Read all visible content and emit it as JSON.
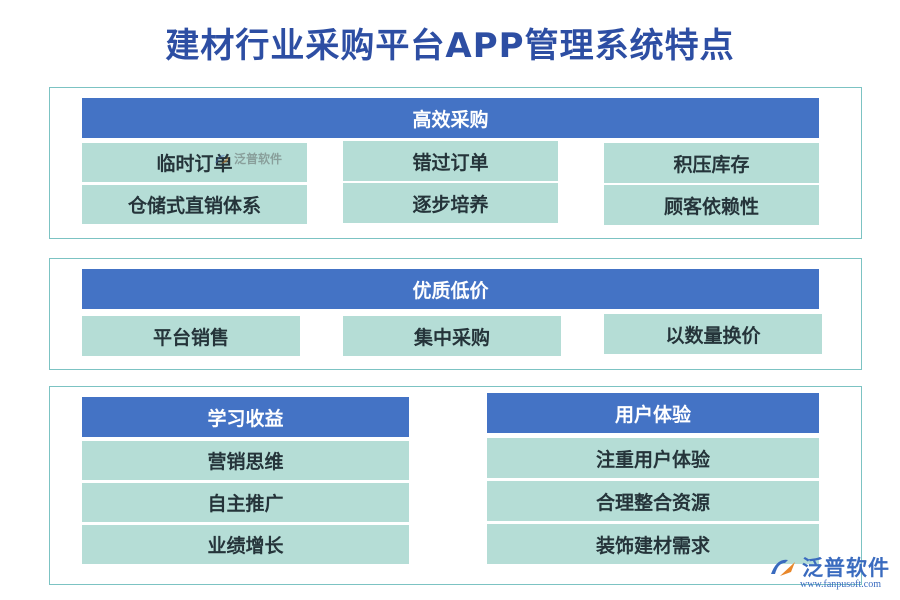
{
  "title": "建材行业采购平台APP管理系统特点",
  "sections": {
    "efficient": {
      "header": "高效采购",
      "items": [
        "临时订单",
        "错过订单",
        "积压库存",
        "仓储式直销体系",
        "逐步培养",
        "顾客依赖性"
      ]
    },
    "quality": {
      "header": "优质低价",
      "items": [
        "平台销售",
        "集中采购",
        "以数量换价"
      ]
    },
    "learning": {
      "header": "学习收益",
      "items": [
        "营销思维",
        "自主推广",
        "业绩增长"
      ]
    },
    "experience": {
      "header": "用户体验",
      "items": [
        "注重用户体验",
        "合理整合资源",
        "装饰建材需求"
      ]
    }
  },
  "watermark": {
    "text": "泛普软件"
  },
  "logo": {
    "text": "泛普软件",
    "url": "www.fanpusoft.com"
  }
}
